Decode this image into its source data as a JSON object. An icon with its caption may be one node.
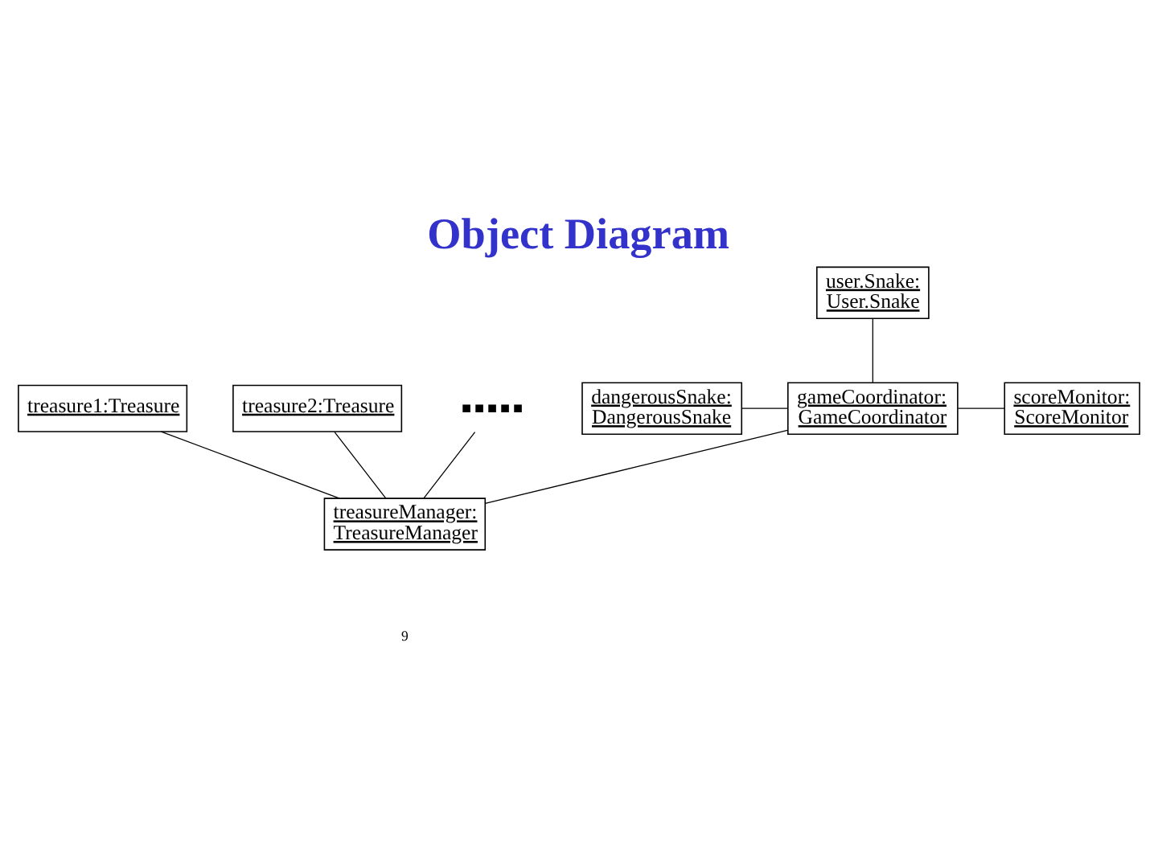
{
  "diagram": {
    "title": "Object Diagram",
    "nodes": [
      {
        "text": [
          "user.Snake: User.Snake"
        ]
      },
      {
        "text": [
          "dangerousSnake: DangerousSnake"
        ]
      },
      {
        "text": [
          "gameCoordinator: GameCoordinator"
        ]
      },
      {
        "text": [
          "scoreMonitor: ScoreMonitor"
        ]
      },
      {
        "text": [
          "treasure1:Treasure"
        ]
      },
      {
        "text": [
          "treasure2:Treasure"
        ]
      },
      {
        "text": [
          "treasureManager: TreasureManager"
        ]
      },
      {
        "text": [],
        "shape": "dots"
      }
    ],
    "edges": [
      {
        "from": 0,
        "to": 2,
        "arrow": "none"
      },
      {
        "from": 1,
        "to": 2,
        "arrow": "none"
      },
      {
        "from": 2,
        "to": 3,
        "arrow": "none"
      },
      {
        "from": 2,
        "to": 6,
        "arrow": "none"
      },
      {
        "from": 4,
        "to": 6,
        "arrow": "none"
      },
      {
        "from": 5,
        "to": 6,
        "arrow": "none"
      },
      {
        "from": 7,
        "to": 6,
        "arrow": "none"
      }
    ],
    "labels": [
      "9"
    ]
  }
}
